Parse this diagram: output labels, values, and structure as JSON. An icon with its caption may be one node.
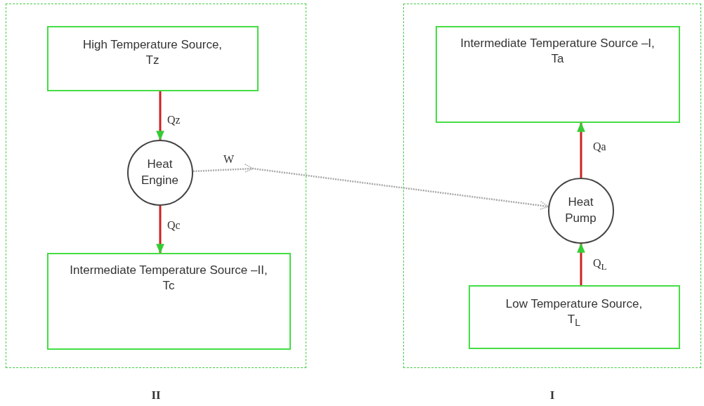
{
  "diagram": {
    "nodes": [
      {
        "text": [],
        "shape": "box",
        "beside": [
          "II"
        ]
      },
      {
        "text": [
          "High Temperature Source, Tz"
        ],
        "in": 0
      },
      {
        "text": [
          "Heat Engine"
        ],
        "in": 0
      },
      {
        "text": [
          "Intermediate  Temperature Source –II, Tc"
        ],
        "in": 0
      },
      {
        "text": [],
        "shape": "box",
        "beside": [
          "I"
        ]
      },
      {
        "text": [
          "Intermediate Temperature Source –I, Ta"
        ],
        "in": 4
      },
      {
        "text": [
          "Heat Pump"
        ],
        "in": 4
      },
      {
        "text": [
          "Low Temperature Source, T$_{L}$"
        ],
        "in": 4
      }
    ],
    "edges": [
      {
        "from": 1,
        "to": 2,
        "arrow": "to",
        "label": "Qz"
      },
      {
        "from": 2,
        "to": 3,
        "arrow": "to",
        "label": "Qc"
      },
      {
        "from": 2,
        "to": 6,
        "arrow": "to",
        "label": "W",
        "style": "dashed",
        "color": "#a8a8a8"
      },
      {
        "from": 6,
        "to": 5,
        "arrow": "to",
        "label": "Qa"
      },
      {
        "from": 7,
        "to": 6,
        "arrow": "to",
        "label": "Q$_{L}$"
      }
    ]
  }
}
